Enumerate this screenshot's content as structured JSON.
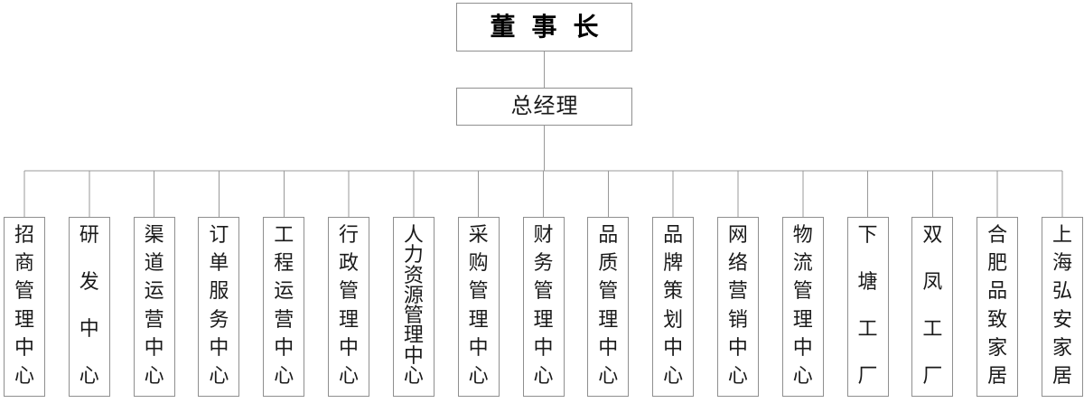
{
  "theme": {
    "background": "#ffffff",
    "line_color": "#999999",
    "border_color": "#8f8f8f",
    "text_color": "#1a1a1a",
    "title_text_color": "#000000"
  },
  "org": {
    "chairman": {
      "label": "董事长"
    },
    "general_manager": {
      "label": "总经理"
    },
    "departments": [
      "招商管理中心",
      "研发中心",
      "渠道运营中心",
      "订单服务中心",
      "工程运营中心",
      "行政管理中心",
      "人力资源管理中心",
      "采购管理中心",
      "财务管理中心",
      "品质管理中心",
      "品牌策划中心",
      "网络营销中心",
      "物流管理中心",
      "下塘工厂",
      "双凤工厂",
      "合肥品致家居",
      "上海弘安家居"
    ]
  }
}
